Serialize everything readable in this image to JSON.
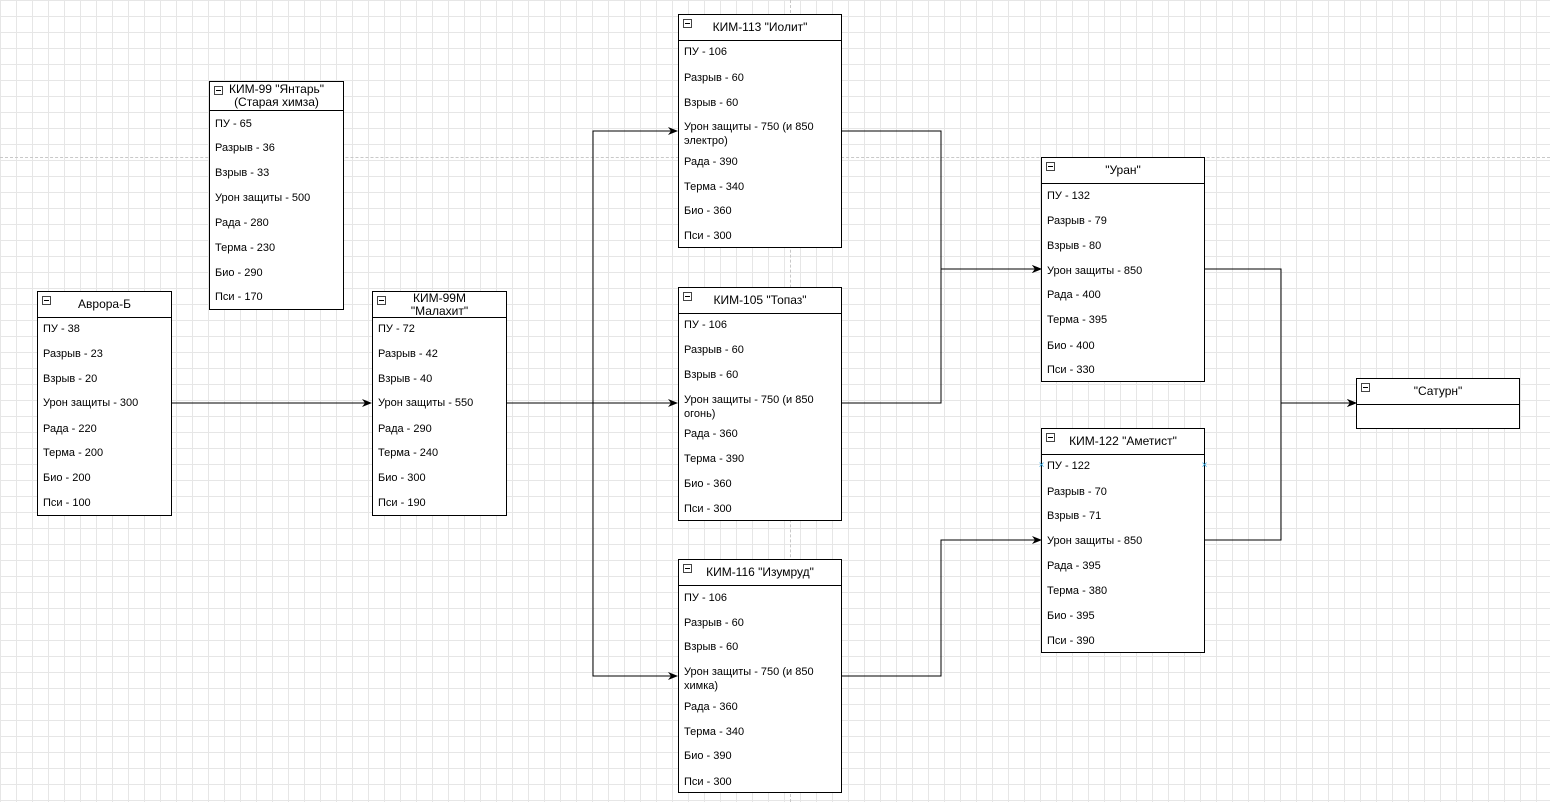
{
  "nodes": [
    {
      "id": "avrora",
      "title": "Аврора-Б",
      "rows": [
        "ПУ - 38",
        "Разрыв - 23",
        "Взрыв - 20",
        "Урон защиты - 300",
        "Рада - 220",
        "Терма - 200",
        "Био - 200",
        "Пси - 100"
      ]
    },
    {
      "id": "yantar",
      "title": "КИМ-99 \"Янтарь\"\n(Старая химза)",
      "rows": [
        "ПУ - 65",
        "Разрыв - 36",
        "Взрыв - 33",
        "Урон защиты - 500",
        "Рада - 280",
        "Терма - 230",
        "Био - 290",
        "Пси - 170"
      ]
    },
    {
      "id": "malahit",
      "title": "КИМ-99М \"Малахит\"",
      "rows": [
        "ПУ - 72",
        "Разрыв - 42",
        "Взрыв - 40",
        "Урон защиты - 550",
        "Рада - 290",
        "Терма - 240",
        "Био - 300",
        "Пси - 190"
      ]
    },
    {
      "id": "iolit",
      "title": "КИМ-113 \"Иолит\"",
      "rows": [
        "ПУ - 106",
        "Разрыв - 60",
        "Взрыв - 60",
        "Урон защиты - 750 (и 850 электро)",
        "Рада - 390",
        "Терма - 340",
        "Био - 360",
        "Пси - 300"
      ]
    },
    {
      "id": "topaz",
      "title": "КИМ-105 \"Топаз\"",
      "rows": [
        "ПУ - 106",
        "Разрыв - 60",
        "Взрыв - 60",
        "Урон защиты - 750 (и 850 огонь)",
        "Рада - 360",
        "Терма - 390",
        "Био - 360",
        "Пси - 300"
      ]
    },
    {
      "id": "izumrud",
      "title": "КИМ-116 \"Изумруд\"",
      "rows": [
        "ПУ - 106",
        "Разрыв - 60",
        "Взрыв - 60",
        "Урон защиты - 750 (и 850 химка)",
        "Рада - 360",
        "Терма - 340",
        "Био - 390",
        "Пси - 300"
      ]
    },
    {
      "id": "uran",
      "title": "\"Уран\"",
      "rows": [
        "ПУ - 132",
        "Разрыв - 79",
        "Взрыв - 80",
        "Урон защиты - 850",
        "Рада - 400",
        "Терма - 395",
        "Био - 400",
        "Пси - 330"
      ]
    },
    {
      "id": "ametist",
      "title": "КИМ-122 \"Аметист\"",
      "rows": [
        "ПУ - 122",
        "Разрыв - 70",
        "Взрыв - 71",
        "Урон защиты - 850",
        "Рада - 395",
        "Терма - 380",
        "Био - 395",
        "Пси - 390"
      ]
    },
    {
      "id": "saturn",
      "title": "\"Сатурн\"",
      "rows": []
    }
  ],
  "edges": [
    {
      "from": "avrora",
      "to": "malahit"
    },
    {
      "from": "malahit",
      "to": "iolit"
    },
    {
      "from": "malahit",
      "to": "topaz"
    },
    {
      "from": "malahit",
      "to": "izumrud"
    },
    {
      "from": "iolit",
      "to": "uran"
    },
    {
      "from": "topaz",
      "to": "uran"
    },
    {
      "from": "izumrud",
      "to": "ametist"
    },
    {
      "from": "uran",
      "to": "saturn"
    },
    {
      "from": "ametist",
      "to": "saturn"
    }
  ]
}
